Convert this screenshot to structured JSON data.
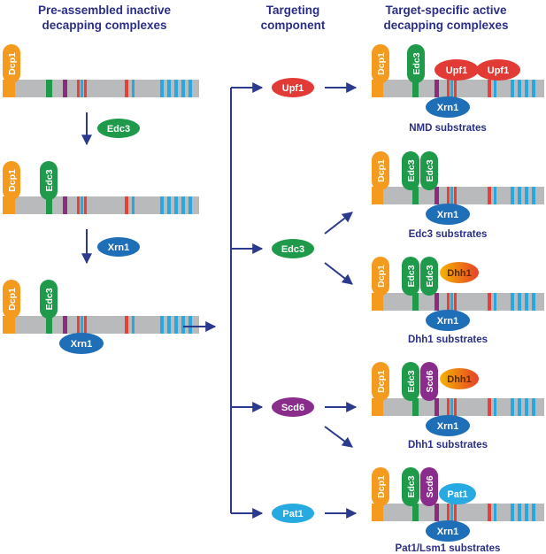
{
  "headings": {
    "left_line1": "Pre-assembled inactive",
    "left_line2": "decapping complexes",
    "middle_line1": "Targeting",
    "middle_line2": "component",
    "right_line1": "Target-specific active",
    "right_line2": "decapping complexes"
  },
  "proteins": {
    "dcp1": "Dcp1",
    "edc3": "Edc3",
    "xrn1": "Xrn1",
    "upf1": "Upf1",
    "scd6": "Scd6",
    "dhh1": "Dhh1",
    "pat1": "Pat1"
  },
  "substrates": {
    "nmd": "NMD substrates",
    "edc3": "Edc3 substrates",
    "dhh1_a": "Dhh1 substrates",
    "dhh1_b": "Dhh1 substrates",
    "pat1": "Pat1/Lsm1 substrates"
  },
  "colors": {
    "dcp1": "#f39a1f",
    "edc3": "#1e9a4a",
    "xrn1": "#1f6fb8",
    "upf1": "#e23b36",
    "scd6": "#8a2c8c",
    "pat1": "#27a9e1",
    "dhh1_start": "#f4b400",
    "dhh1_end": "#e8402a",
    "bar": "#b9babb",
    "stripe_red": "#e5403a",
    "stripe_blue": "#29a7df",
    "stripe_purple": "#8e2b7f",
    "arrow": "#2b3a8c"
  }
}
